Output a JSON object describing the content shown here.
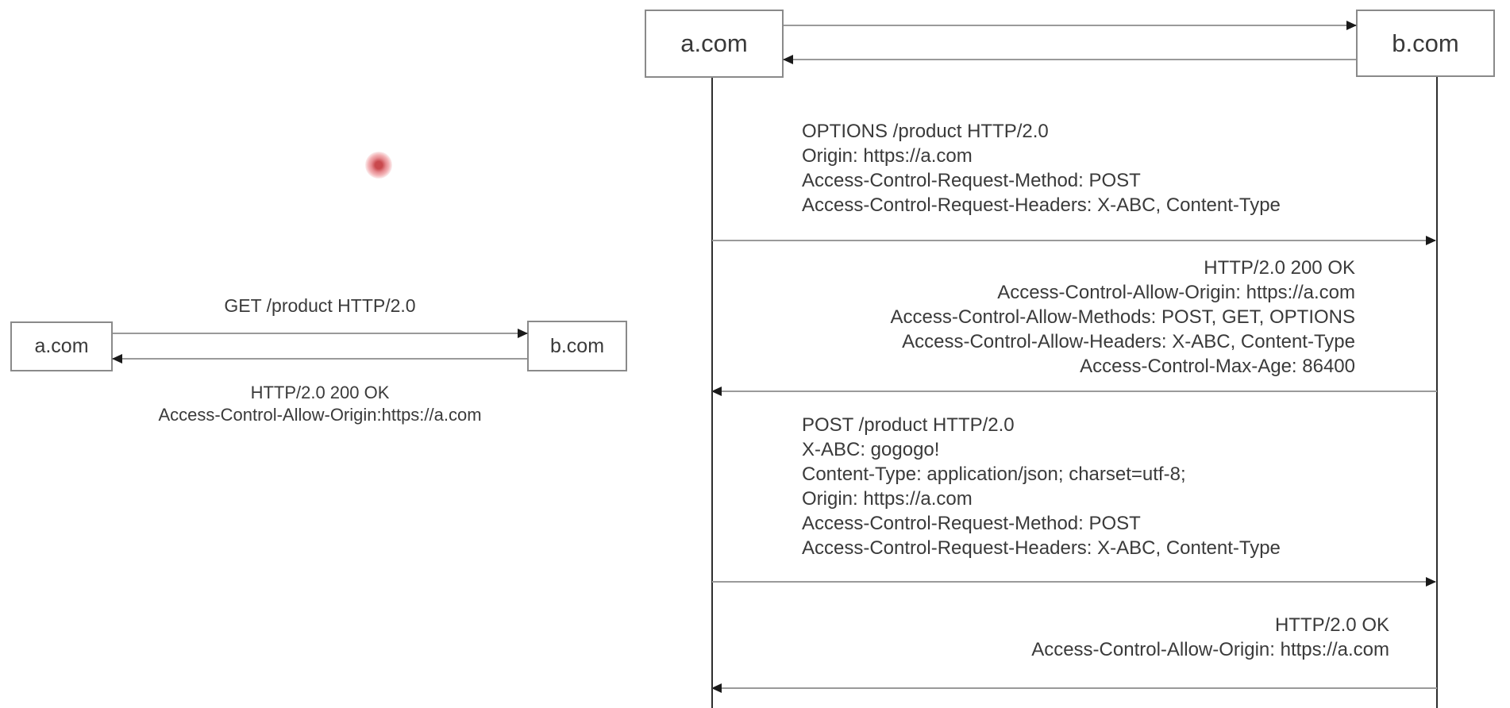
{
  "left_diagram": {
    "actor_a_label": "a.com",
    "actor_b_label": "b.com",
    "request_line": "GET /product HTTP/2.0",
    "response_lines": [
      "HTTP/2.0 200 OK",
      "Access-Control-Allow-Origin:https://a.com"
    ]
  },
  "right_diagram": {
    "actor_a_label": "a.com",
    "actor_b_label": "b.com",
    "messages": [
      {
        "direction": "a-to-b",
        "lines": [
          "OPTIONS /product HTTP/2.0",
          "Origin: https://a.com",
          "Access-Control-Request-Method: POST",
          "Access-Control-Request-Headers: X-ABC, Content-Type"
        ]
      },
      {
        "direction": "b-to-a",
        "lines": [
          "HTTP/2.0 200 OK",
          "Access-Control-Allow-Origin: https://a.com",
          "Access-Control-Allow-Methods: POST, GET, OPTIONS",
          "Access-Control-Allow-Headers: X-ABC, Content-Type",
          "Access-Control-Max-Age: 86400"
        ]
      },
      {
        "direction": "a-to-b",
        "lines": [
          "POST /product HTTP/2.0",
          "X-ABC: gogogo!",
          "Content-Type: application/json; charset=utf-8;",
          "Origin: https://a.com",
          "Access-Control-Request-Method: POST",
          "Access-Control-Request-Headers: X-ABC, Content-Type"
        ]
      },
      {
        "direction": "b-to-a",
        "lines": [
          "HTTP/2.0 OK",
          "Access-Control-Allow-Origin: https://a.com"
        ]
      }
    ]
  },
  "colors": {
    "background": "#ffffff",
    "box_border": "#8a8a8a",
    "arrow_line": "#9a9a9a",
    "arrow_head": "#1a1a1a",
    "lifeline": "#2e2e2e",
    "text": "#3a3a3a",
    "laser_core": "#c9494d",
    "laser_glow": "#f3b3b6"
  }
}
